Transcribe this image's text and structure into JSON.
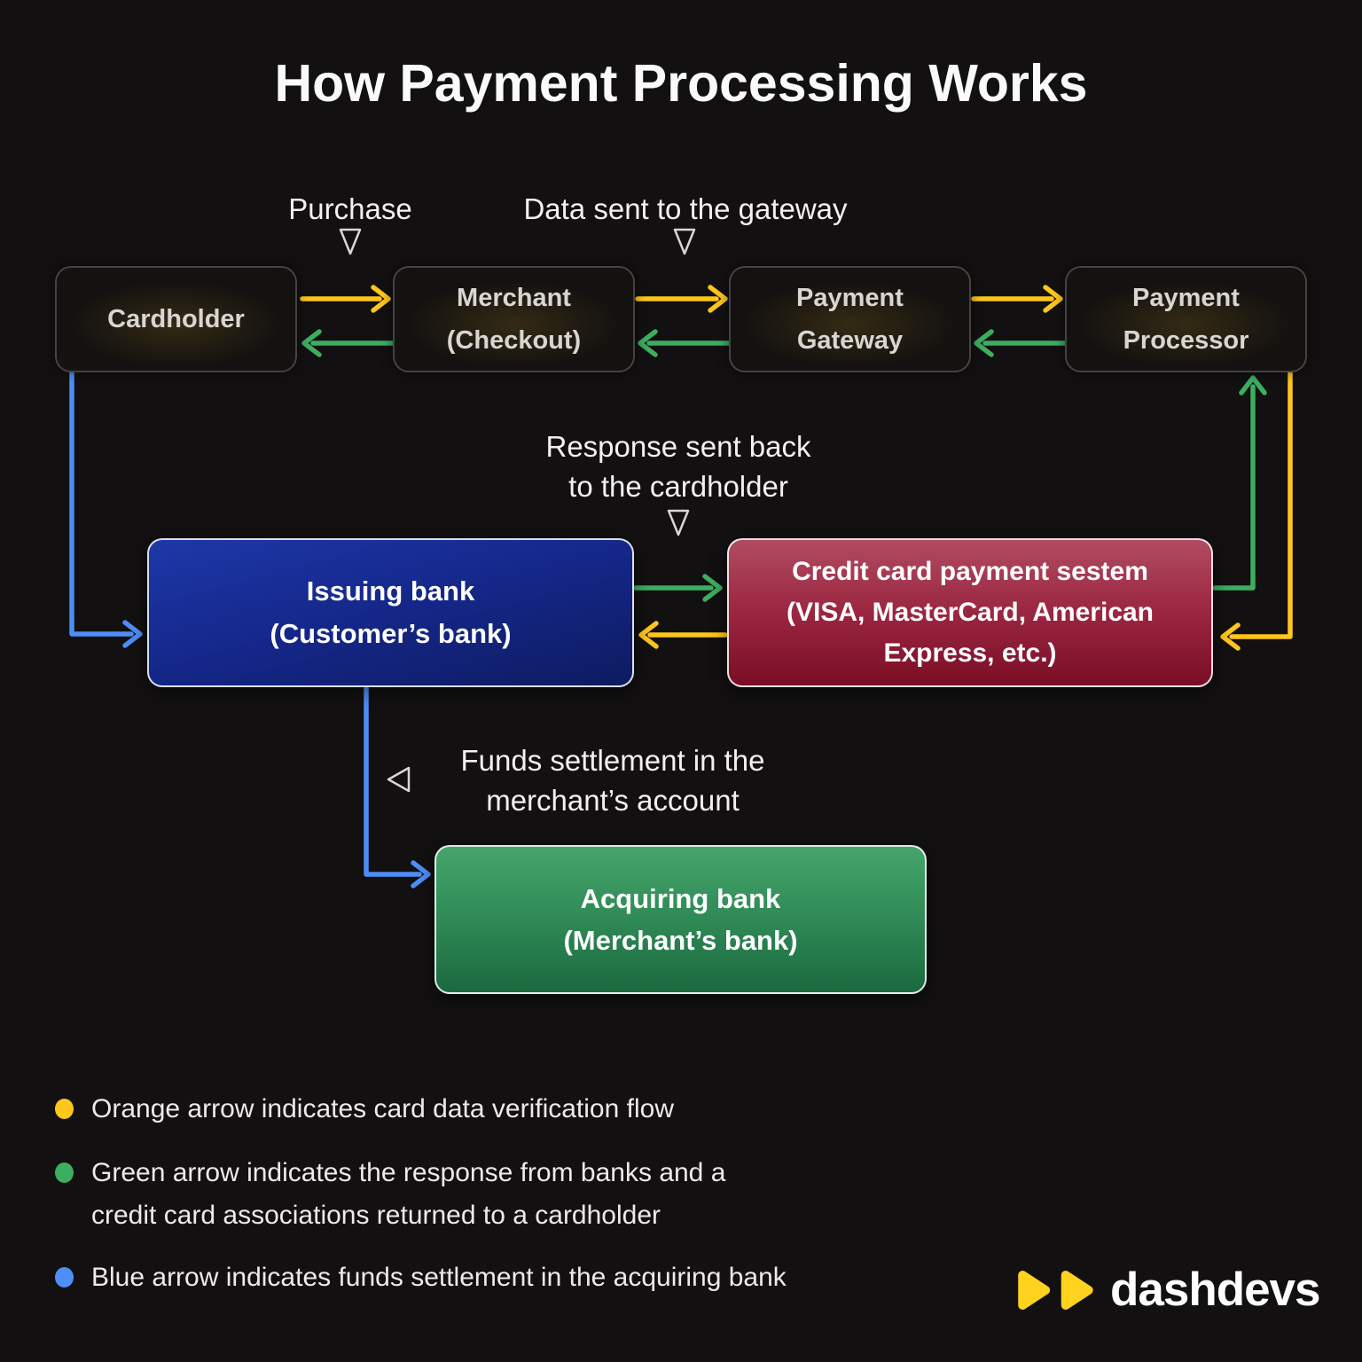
{
  "title": "How Payment Processing Works",
  "flow_labels": {
    "purchase": "Purchase",
    "data_sent": "Data sent to the gateway",
    "response_line1": "Response sent back",
    "response_line2": "to the cardholder",
    "funds_line1": "Funds settlement in the",
    "funds_line2": "merchant’s account"
  },
  "nodes": {
    "cardholder": {
      "line1": "Cardholder"
    },
    "merchant": {
      "line1": "Merchant",
      "line2": "(Checkout)"
    },
    "gateway": {
      "line1": "Payment",
      "line2": "Gateway"
    },
    "processor": {
      "line1": "Payment",
      "line2": "Processor"
    },
    "issuing_bank": {
      "line1": "Issuing bank",
      "line2": "(Customer’s bank)"
    },
    "card_system": {
      "line1": "Credit card payment sestem",
      "line2": "(VISA, MasterCard, American",
      "line3": "Express, etc.)"
    },
    "acquiring_bank": {
      "line1": "Acquiring bank",
      "line2": "(Merchant’s bank)"
    }
  },
  "legend": [
    {
      "color": "#FFC61C",
      "lines": [
        "Orange arrow indicates card data verification flow"
      ]
    },
    {
      "color": "#3DAE60",
      "lines": [
        "Green arrow indicates the response from banks and a",
        "credit card associations returned to a cardholder"
      ]
    },
    {
      "color": "#4D8EF7",
      "lines": [
        "Blue arrow indicates funds settlement in the acquiring bank"
      ]
    }
  ],
  "logo": {
    "text": "dashdevs",
    "icon": "double-play-icon",
    "icon_color": "#FFD21E"
  },
  "colors": {
    "background": "#121010",
    "arrow_orange": "#FFC61C",
    "arrow_green": "#3DAE60",
    "arrow_blue": "#4D8EF7",
    "box_blue_top": "#1E38A8",
    "box_blue_bottom": "#0E1B60",
    "box_red_top": "#B04C62",
    "box_red_bottom": "#7A0E26",
    "box_green_top": "#46A56C",
    "box_green_bottom": "#1B693F"
  }
}
